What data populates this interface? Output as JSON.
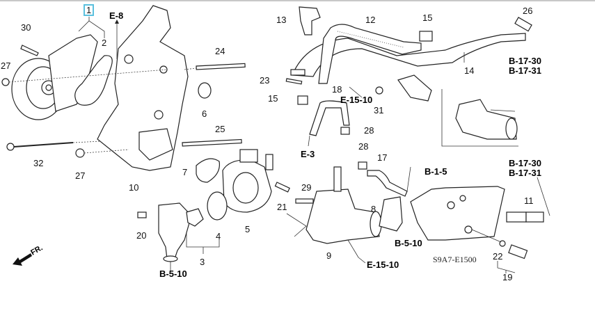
{
  "diagram": {
    "selected_callout": "1",
    "diagram_code": "S9A7-E1500",
    "front_indicator": "FR.",
    "accent_color": "#5bc0de",
    "callouts": {
      "c1": "1",
      "c2": "2",
      "c3": "3",
      "c4": "4",
      "c5": "5",
      "c6": "6",
      "c7": "7",
      "c8": "8",
      "c9": "9",
      "c10": "10",
      "c11": "11",
      "c12": "12",
      "c13": "13",
      "c14": "14",
      "c15a": "15",
      "c15b": "15",
      "c17": "17",
      "c18": "18",
      "c19": "19",
      "c20": "20",
      "c21": "21",
      "c22": "22",
      "c23": "23",
      "c24": "24",
      "c25": "25",
      "c26": "26",
      "c27a": "27",
      "c27b": "27",
      "c28a": "28",
      "c28b": "28",
      "c29": "29",
      "c30": "30",
      "c31": "31",
      "c32": "32"
    },
    "references": {
      "e8": "E-8",
      "e3": "E-3",
      "e1510a": "E-15-10",
      "e1510b": "E-15-10",
      "b510a": "B-5-10",
      "b510b": "B-5-10",
      "b15": "B-1-5",
      "b1730a": "B-17-30",
      "b1731a": "B-17-31",
      "b1730b": "B-17-30",
      "b1731b": "B-17-31"
    }
  }
}
